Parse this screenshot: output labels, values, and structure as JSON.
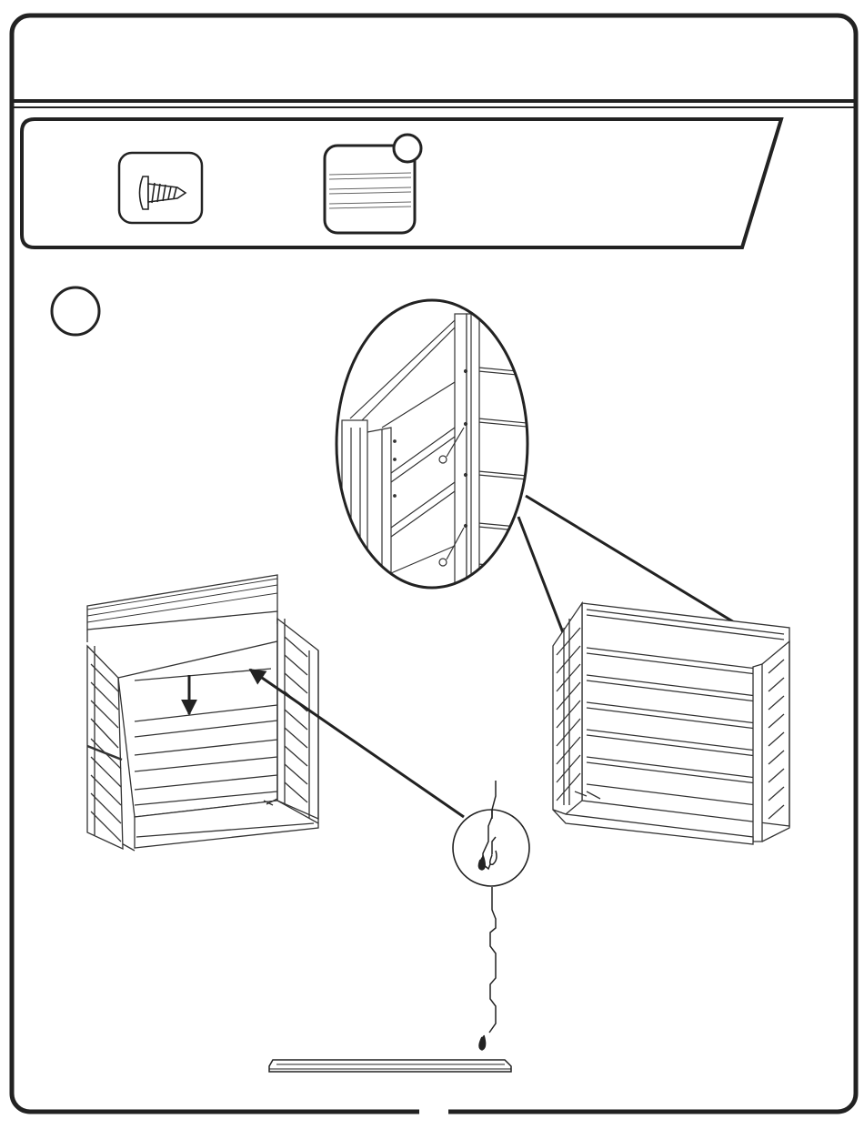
{
  "header": {
    "title": ""
  },
  "parts_box": {
    "parts": [
      {
        "icon": "screw-icon",
        "label": ""
      },
      {
        "icon": "wall-panel-icon",
        "badge": ""
      }
    ]
  },
  "step": {
    "number": ""
  },
  "figures": [
    {
      "name": "zoom-detail-channel-screws"
    },
    {
      "name": "shed-assembly-left-installing-panel"
    },
    {
      "name": "shed-assembly-right-completed-wall"
    },
    {
      "name": "zoom-detail-panel-interlock"
    },
    {
      "name": "panel-cross-section-profile"
    }
  ],
  "footer": {
    "page_number": ""
  }
}
